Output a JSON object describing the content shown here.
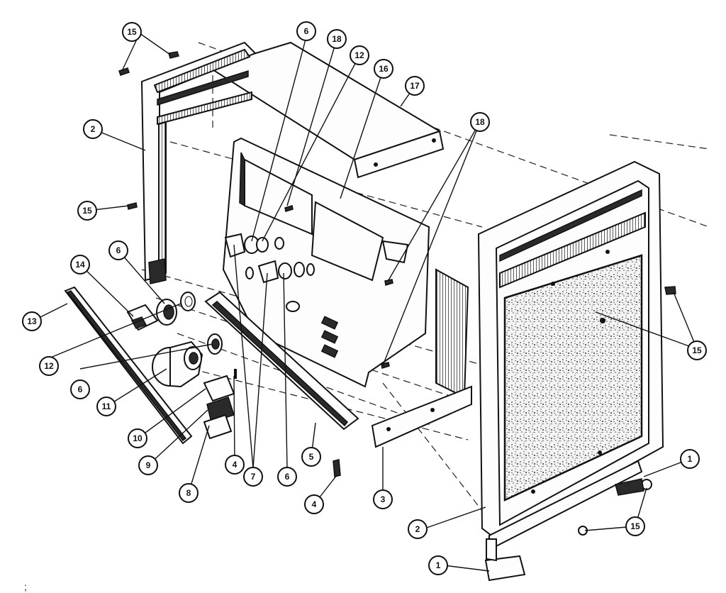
{
  "diagram": {
    "type": "exploded-parts-view",
    "callouts": [
      "15",
      "6",
      "18",
      "12",
      "16",
      "17",
      "2",
      "18",
      "15",
      "6",
      "14",
      "13",
      "12",
      "6",
      "11",
      "10",
      "9",
      "8",
      "4",
      "7",
      "6",
      "5",
      "4",
      "3",
      "2",
      "15",
      "15",
      "1",
      "1"
    ],
    "footer_mark": ";"
  }
}
